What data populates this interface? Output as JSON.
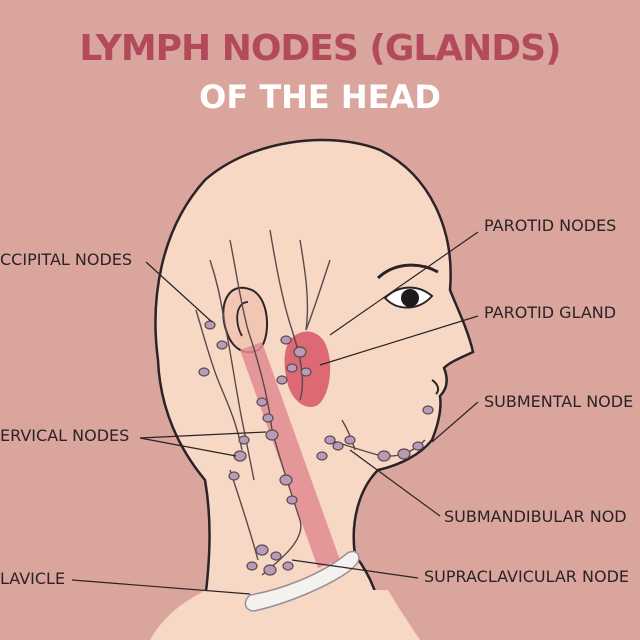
{
  "title": "LYMPH NODES (GLANDS)",
  "subtitle": "OF THE HEAD",
  "labels": {
    "occipital": "CCIPITAL NODES",
    "cervical": "ERVICAL NODES",
    "clavicle": "LAVICLE",
    "parotid_nodes": "PAROTID NODES",
    "parotid_gland": "PAROTID  GLAND",
    "submental": "SUBMENTAL NODE",
    "submandibular": "SUBMANDIBULAR NOD",
    "supraclavicular": "SUPRACLAVICULAR NODE"
  },
  "colors": {
    "background": "#d9a59c",
    "title": "#b24a5c",
    "subtitle": "#ffffff",
    "skin": "#f6d8c4",
    "gland": "#d95d6c",
    "node": "#b99ab8"
  }
}
